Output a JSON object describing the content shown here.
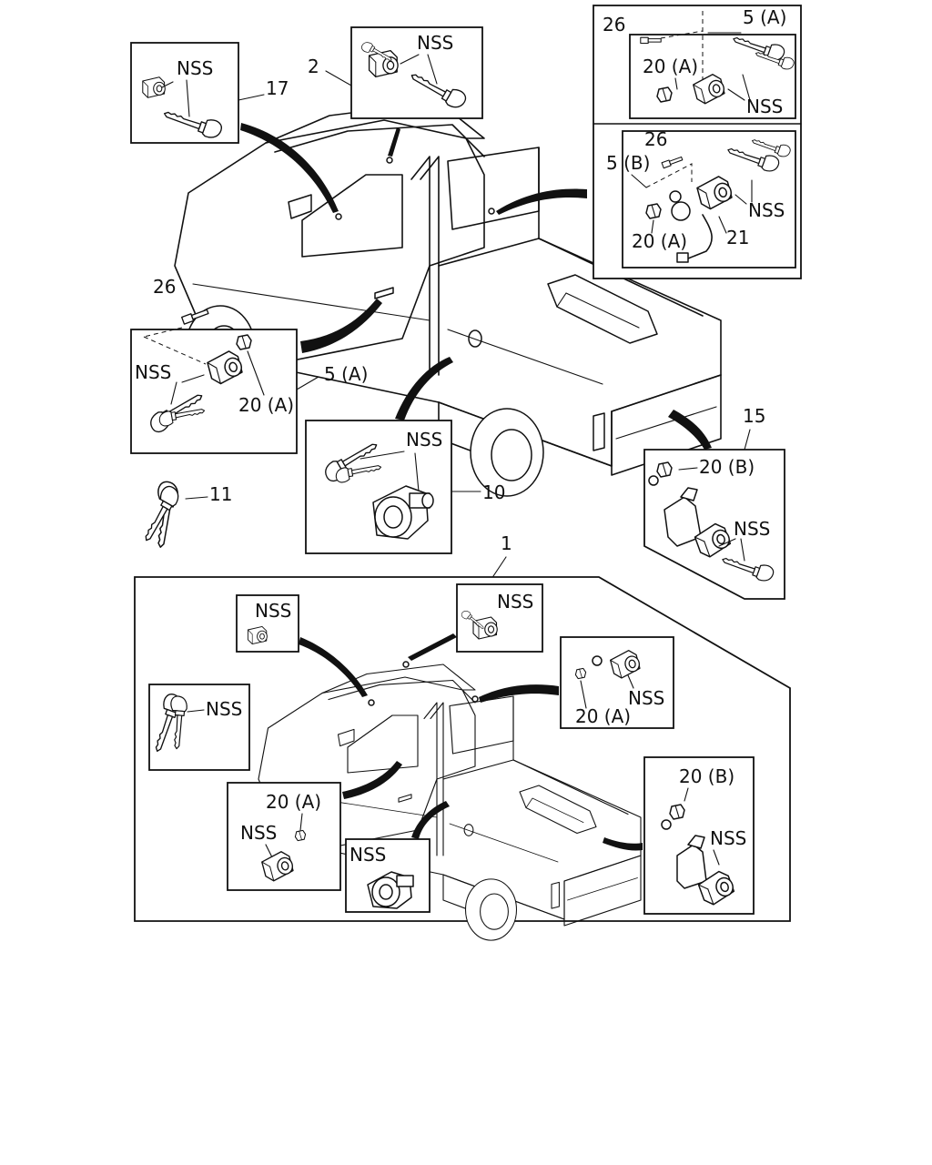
{
  "callouts": {
    "c17": "17",
    "c2": "2",
    "c26_top": "26",
    "c5a_top": "5 (A)",
    "c20a_top": "20 (A)",
    "c26_mid": "26",
    "c5b": "5 (B)",
    "c20a_mid": "20 (A)",
    "c21": "21",
    "c26_left": "26",
    "c5a_left": "5 (A)",
    "c20a_left": "20 (A)",
    "c11": "11",
    "c10": "10",
    "c15": "15",
    "c20b_right": "20 (B)",
    "c1": "1",
    "c20a_bot_right": "20 (A)",
    "c20b_bot": "20 (B)",
    "c20a_bot_left": "20 (A)"
  },
  "nss": "NSS"
}
